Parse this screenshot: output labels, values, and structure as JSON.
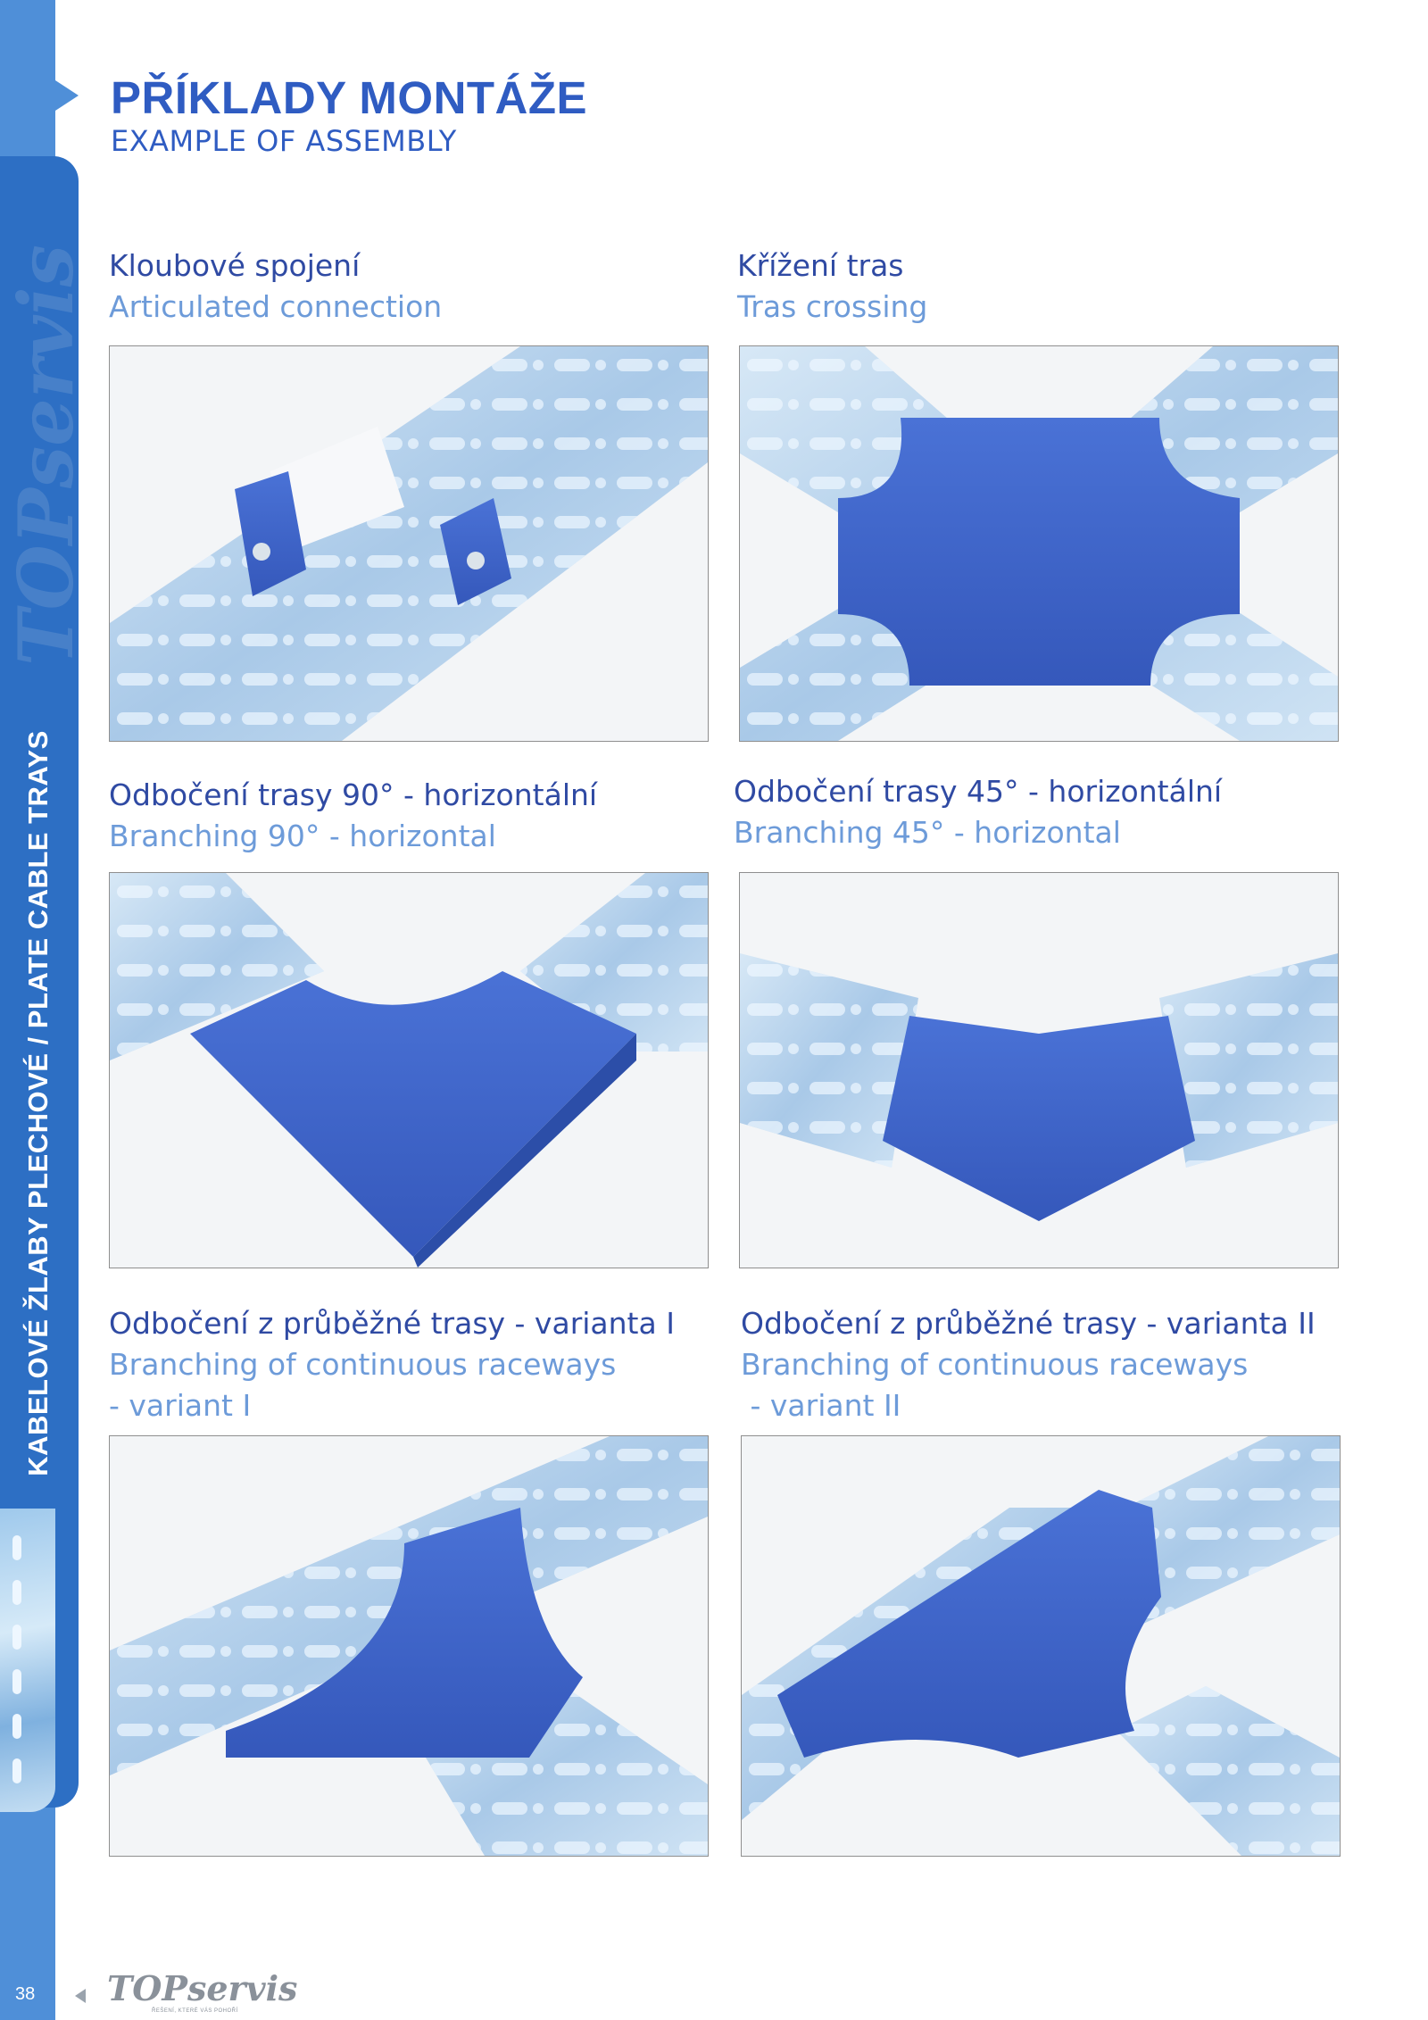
{
  "header": {
    "title": "PŘÍKLADY MONTÁŽE",
    "subtitle": "EXAMPLE OF ASSEMBLY"
  },
  "side": {
    "logo": "TOPservis",
    "section_title": "KABELOVÉ ŽLABY PLECHOVÉ / PLATE CABLE TRAYS"
  },
  "items": [
    {
      "cz": "Kloubové spojení",
      "en": "Articulated connection"
    },
    {
      "cz": "Křížení tras",
      "en": "Tras crossing"
    },
    {
      "cz": "Odbočení trasy 90° - horizontální",
      "en": "Branching 90° - horizontal"
    },
    {
      "cz": "Odbočení trasy 45° - horizontální",
      "en": "Branching 45° - horizontal"
    },
    {
      "cz": "Odbočení z průběžné trasy - varianta I",
      "en": "Branching of continuous raceways",
      "en2": "- variant I"
    },
    {
      "cz": "Odbočení z průběžné trasy - varianta II",
      "en": "Branching of continuous raceways",
      "en2": " - variant II"
    }
  ],
  "footer": {
    "page_number": "38",
    "logo": "TOPservis",
    "tagline": "ŘEŠENÍ, KTERÉ VÁS POHOŘÍ"
  },
  "colors": {
    "heading": "#2f5cc2",
    "caption_cz": "#2f4aa3",
    "caption_en": "#6d9bd9",
    "sideband": "#2d6fc4",
    "tray_steel": "#b9d5ee",
    "cover_blue": "#3b63c9"
  }
}
